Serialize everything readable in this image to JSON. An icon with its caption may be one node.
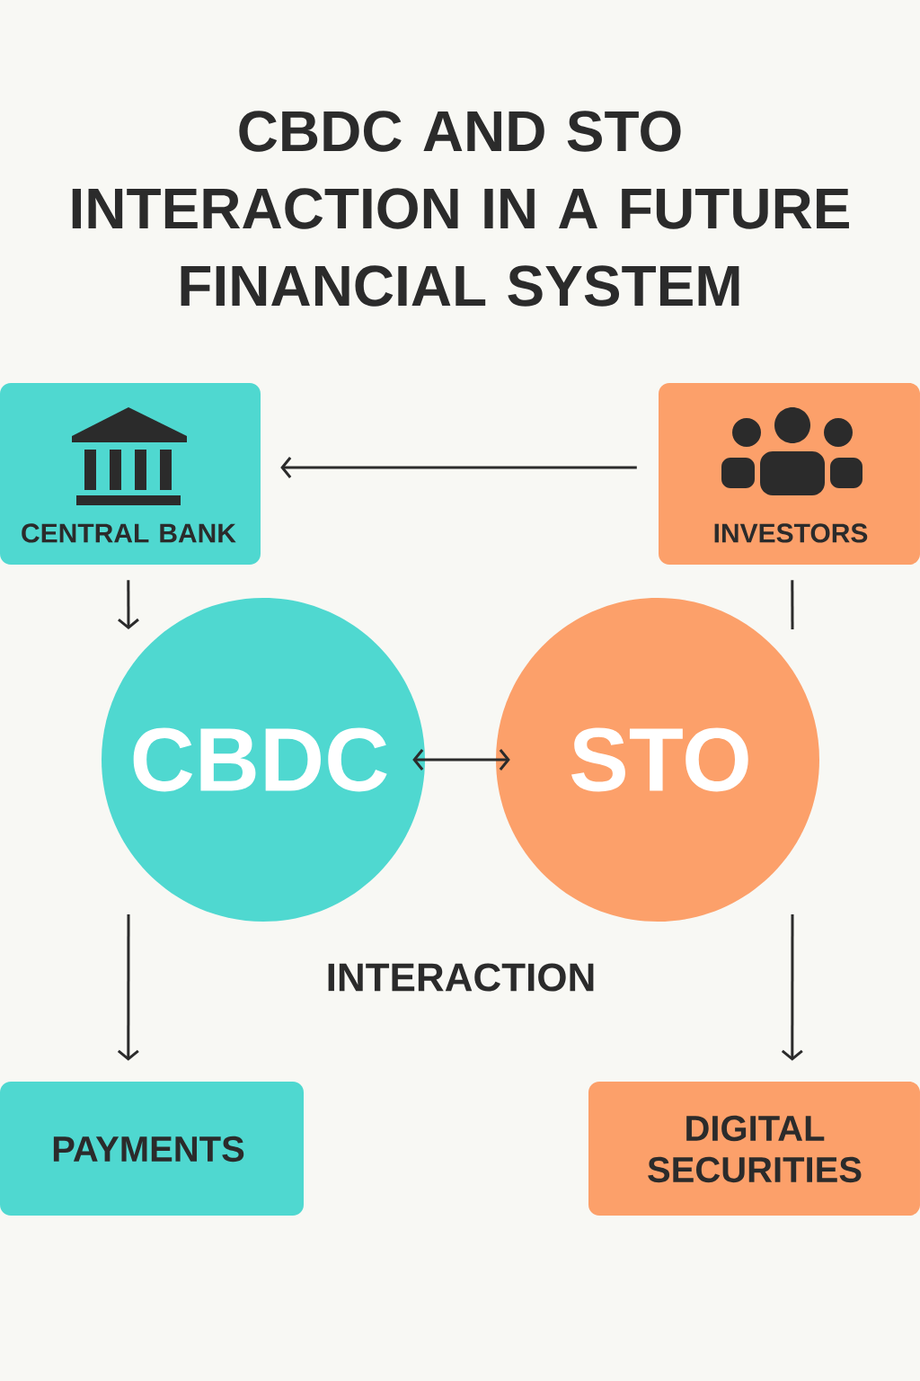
{
  "diagram": {
    "title": "CBDC AND STO INTERACTION IN A FUTURE FINANCIAL SYSTEM",
    "nodes": [
      {
        "text": [
          "CENTRAL BANK"
        ]
      },
      {
        "text": [
          "INVESTORS"
        ]
      },
      {
        "text": [
          "CBDC"
        ]
      },
      {
        "text": [
          "STO"
        ]
      },
      {
        "text": [
          "PAYMENTS"
        ]
      },
      {
        "text": [
          "DIGITAL SECURITIES"
        ]
      }
    ],
    "edges": [
      {
        "from": 1,
        "to": 0,
        "arrow": "to"
      },
      {
        "from": 0,
        "to": 2,
        "arrow": "to"
      },
      {
        "from": 1,
        "to": 3,
        "arrow": "none"
      },
      {
        "from": 2,
        "to": 3,
        "arrow": "both"
      },
      {
        "from": 2,
        "to": 4,
        "arrow": "to"
      },
      {
        "from": 3,
        "to": 5,
        "arrow": "to"
      }
    ],
    "labels": [
      "INTERACTION"
    ]
  }
}
